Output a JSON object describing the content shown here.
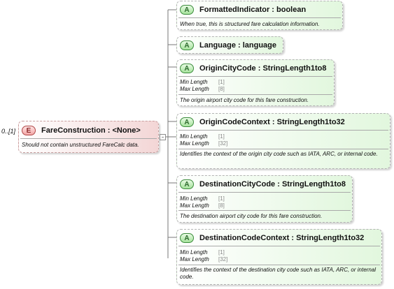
{
  "element": {
    "multiplicity": "0..[1]",
    "badge": "E",
    "title": "FareConstruction : <None>",
    "description": "Should not contain unstructured FareCalc data."
  },
  "attributes": [
    {
      "badge": "A",
      "title": "FormattedIndicator : boolean",
      "description": "When true, this is structured fare calculation information."
    },
    {
      "badge": "A",
      "title": "Language : language"
    },
    {
      "badge": "A",
      "title": "OriginCityCode : StringLength1to8",
      "facets": [
        {
          "label": "Min Length",
          "value": "[1]"
        },
        {
          "label": "Max Length",
          "value": "[8]"
        }
      ],
      "description": "The origin airport city code for this fare construction."
    },
    {
      "badge": "A",
      "title": "OriginCodeContext : StringLength1to32",
      "facets": [
        {
          "label": "Min Length",
          "value": "[1]"
        },
        {
          "label": "Max Length",
          "value": "[32]"
        }
      ],
      "description": "Identifies the context of the origin city code such as IATA, ARC, or internal code."
    },
    {
      "badge": "A",
      "title": "DestinationCityCode : StringLength1to8",
      "facets": [
        {
          "label": "Min Length",
          "value": "[1]"
        },
        {
          "label": "Max Length",
          "value": "[8]"
        }
      ],
      "description": "The destination airport city code for this fare construction."
    },
    {
      "badge": "A",
      "title": "DestinationCodeContext : StringLength1to32",
      "facets": [
        {
          "label": "Min Length",
          "value": "[1]"
        },
        {
          "label": "Max Length",
          "value": "[32]"
        }
      ],
      "description": "Identifies the context of the destination city code such as IATA, ARC, or internal code."
    }
  ]
}
